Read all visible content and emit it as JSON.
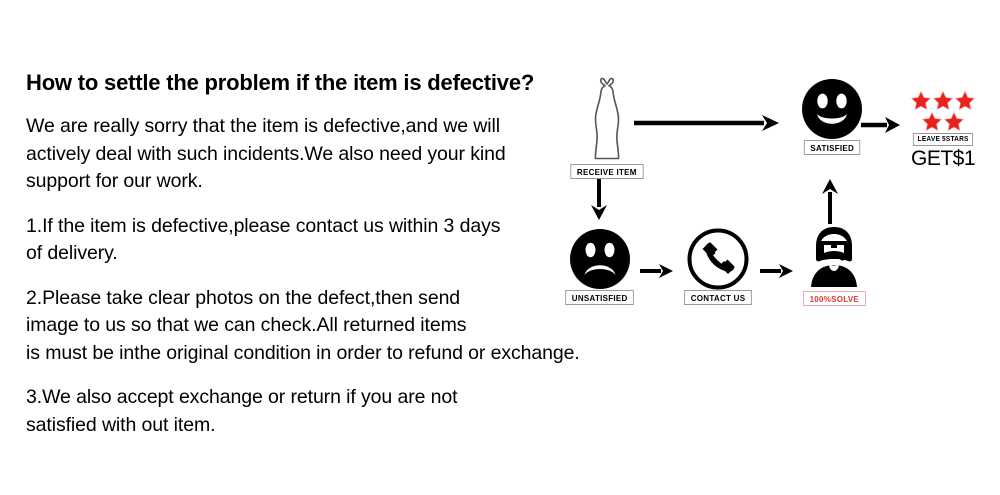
{
  "policy": {
    "title": "How to settle the problem if the item is defective?",
    "paragraphs": [
      {
        "id": "apology",
        "lines": [
          "We are really sorry that the item is defective,and we will",
          "actively deal with such incidents.We also need your kind",
          "support for our work."
        ]
      },
      {
        "id": "point-1",
        "lines": [
          "1.If the item is defective,please contact us within 3 days",
          "of delivery."
        ]
      },
      {
        "id": "point-2",
        "lines": [
          "2.Please take clear photos on the defect,then send",
          "image to us so that we can check.All returned items",
          "is must be inthe original condition in order to refund or exchange."
        ]
      },
      {
        "id": "point-3",
        "lines": [
          "3.We also accept exchange or return if you are not",
          "satisfied with out item."
        ]
      }
    ]
  },
  "flow": {
    "nodes": [
      {
        "id": "receive-item",
        "icon": "dress-icon",
        "label": "RECEIVE ITEM"
      },
      {
        "id": "satisfied",
        "icon": "smiley-face-icon",
        "label": "SATISFIED"
      },
      {
        "id": "reward",
        "icon": "five-stars-icon",
        "label": "LEAVE 5STARS",
        "reward_text": "GET$1",
        "star_count": 5
      },
      {
        "id": "unsatisfied",
        "icon": "sad-face-icon",
        "label": "UNSATISFIED"
      },
      {
        "id": "contact-us",
        "icon": "phone-circle-icon",
        "label": "CONTACT US"
      },
      {
        "id": "solve",
        "icon": "support-agent-icon",
        "label": "100%SOLVE"
      }
    ],
    "arrows": [
      {
        "id": "receive-to-satisfied",
        "direction": "right"
      },
      {
        "id": "satisfied-to-reward",
        "direction": "right"
      },
      {
        "id": "receive-down",
        "direction": "down"
      },
      {
        "id": "unsatisfied-to-contact",
        "direction": "right"
      },
      {
        "id": "contact-to-solve",
        "direction": "right"
      },
      {
        "id": "solve-up",
        "direction": "up"
      }
    ]
  },
  "colors": {
    "background": "#ffffff",
    "text": "#000000",
    "star_red": "#e8231e",
    "solve_red": "#e03a35",
    "label_border": "#9a9a9a"
  }
}
